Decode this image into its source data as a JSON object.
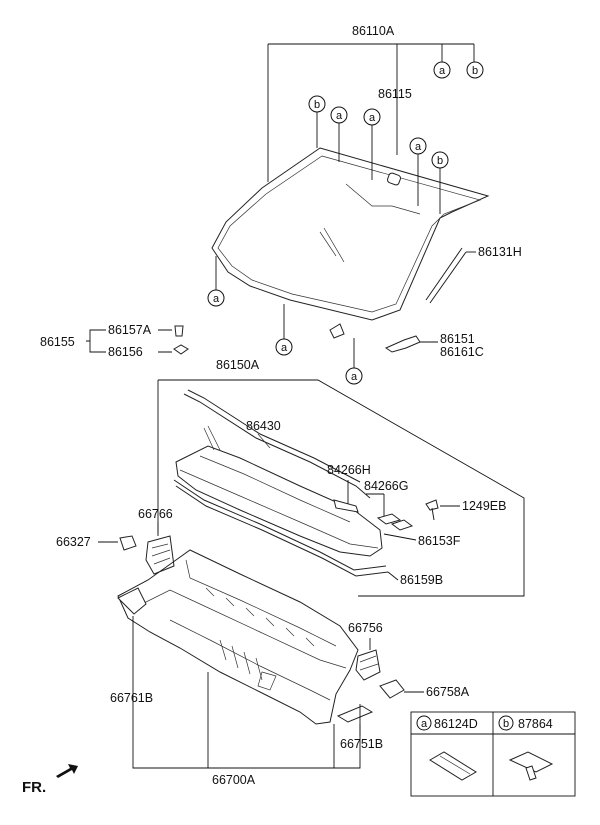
{
  "parts": {
    "windshield_assy": "86110A",
    "mirror_mount": "86115",
    "moulding_side": "86131H",
    "seal_group": "86155",
    "clip_a": "86157A",
    "clip_b": "86156",
    "bracket_1": "86151",
    "bracket_2": "86161C",
    "cowl_assy": "86150A",
    "cowl_seal": "86430",
    "clip_h": "84266H",
    "clip_g": "84266G",
    "screw": "1249EB",
    "cowl_part_f": "86153F",
    "cowl_trim": "86159B",
    "insulator": "66766",
    "grommet": "66327",
    "bracket_66756": "66756",
    "side_panel": "66761B",
    "bracket_66758a": "66758A",
    "bracket_66751b": "66751B",
    "dash_assy": "66700A"
  },
  "callouts": {
    "a": "a",
    "b": "b"
  },
  "legend": {
    "item_a_letter": "a",
    "item_a_part": "86124D",
    "item_b_letter": "b",
    "item_b_part": "87864"
  },
  "direction_label": "FR."
}
